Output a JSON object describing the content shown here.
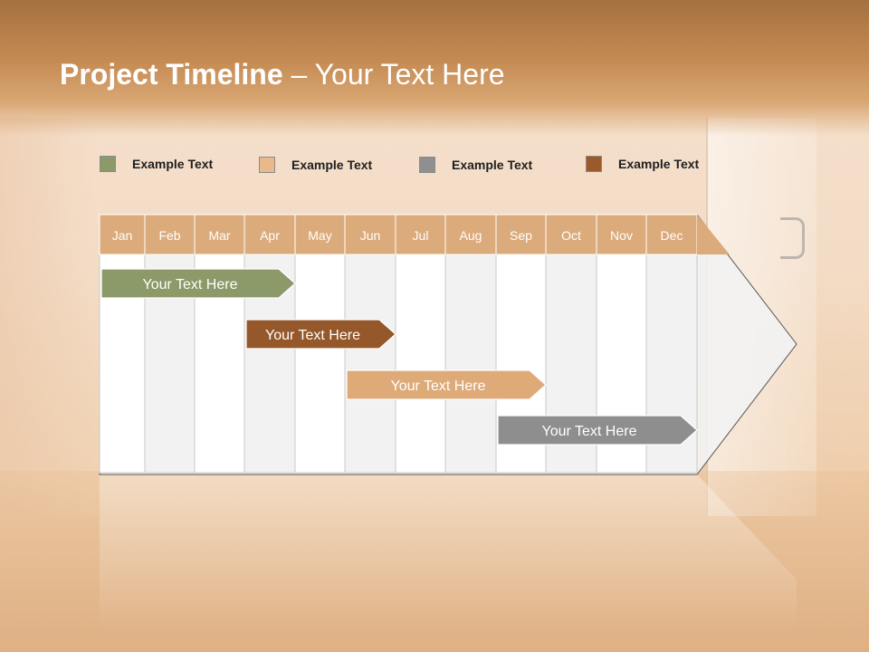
{
  "slide": {
    "title_bold": "Project Timeline",
    "title_rest": " – Your Text Here"
  },
  "legend": [
    {
      "label": "Example Text",
      "color": "#8c9968"
    },
    {
      "label": "Example Text",
      "color": "#e8b98a"
    },
    {
      "label": "Example Text",
      "color": "#8f8f8f"
    },
    {
      "label": "Example Text",
      "color": "#9a5a2c"
    }
  ],
  "timeline": {
    "months": [
      "Jan",
      "Feb",
      "Mar",
      "Apr",
      "May",
      "Jun",
      "Jul",
      "Aug",
      "Sep",
      "Oct",
      "Nov",
      "Dec"
    ],
    "header_color": "#dcab7b",
    "tasks": [
      {
        "label": "Your  Text Here",
        "start": "Jan",
        "end": "Apr",
        "color": "#8c9968"
      },
      {
        "label": "Your  Text Here",
        "start": "Apr",
        "end": "Jun",
        "color": "#95582a"
      },
      {
        "label": "Your  Text Here",
        "start": "Jun",
        "end": "Sep",
        "color": "#deaa78"
      },
      {
        "label": "Your  Text Here",
        "start": "Sep",
        "end": "Dec",
        "color": "#8e8e8e"
      }
    ]
  }
}
